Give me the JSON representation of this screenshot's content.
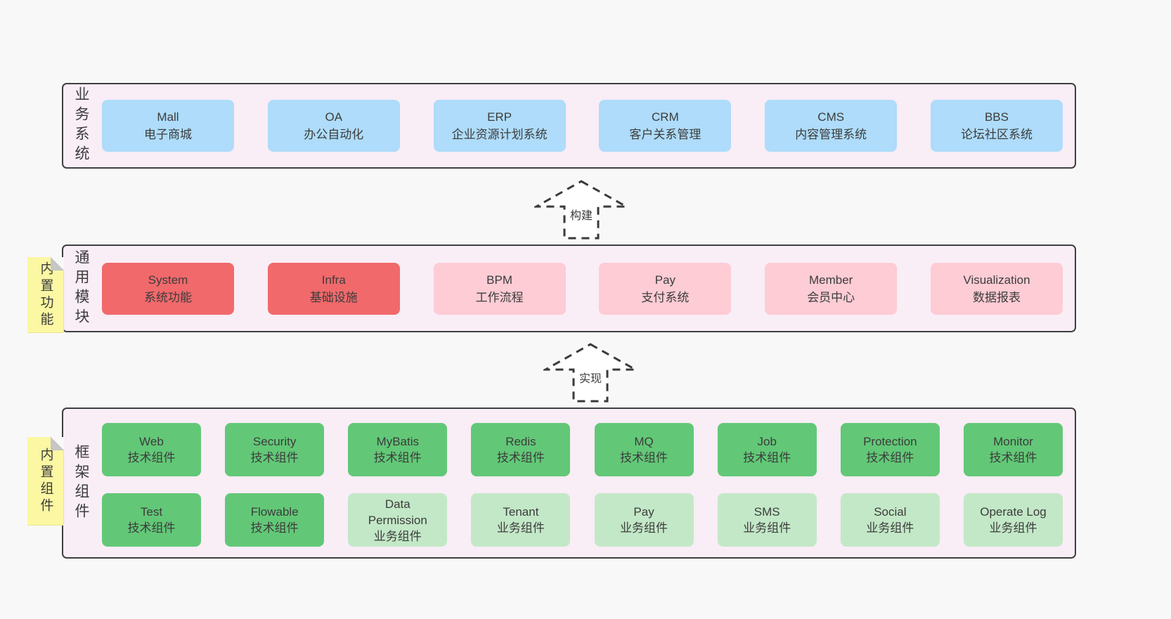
{
  "colors": {
    "page_background": "#f8f8f8",
    "layer_background": "#f9edf6",
    "layer_border": "#3f3f3f",
    "business_box": "#aedcfa",
    "core_module_box": "#f1696b",
    "optional_module_box": "#fdccd5",
    "tech_component_box": "#62c877",
    "biz_component_box": "#c3e8c7",
    "sticky_note": "#fbf7a2",
    "text": "#3c3c3c"
  },
  "arrows": {
    "build_label": "构建",
    "implement_label": "实现"
  },
  "layers": {
    "business": {
      "side_label": "业务系统",
      "boxes": [
        {
          "title": "Mall",
          "subtitle": "电子商城",
          "variant": "blue"
        },
        {
          "title": "OA",
          "subtitle": "办公自动化",
          "variant": "blue"
        },
        {
          "title": "ERP",
          "subtitle": "企业资源计划系统",
          "variant": "blue"
        },
        {
          "title": "CRM",
          "subtitle": "客户关系管理",
          "variant": "blue"
        },
        {
          "title": "CMS",
          "subtitle": "内容管理系统",
          "variant": "blue"
        },
        {
          "title": "BBS",
          "subtitle": "论坛社区系统",
          "variant": "blue"
        }
      ]
    },
    "modules": {
      "side_label": "通用模块",
      "sticky_label": "内置功能",
      "boxes": [
        {
          "title": "System",
          "subtitle": "系统功能",
          "variant": "red"
        },
        {
          "title": "Infra",
          "subtitle": "基础设施",
          "variant": "red"
        },
        {
          "title": "BPM",
          "subtitle": "工作流程",
          "variant": "pink"
        },
        {
          "title": "Pay",
          "subtitle": "支付系统",
          "variant": "pink"
        },
        {
          "title": "Member",
          "subtitle": "会员中心",
          "variant": "pink"
        },
        {
          "title": "Visualization",
          "subtitle": "数据报表",
          "variant": "pink"
        }
      ]
    },
    "components": {
      "side_label": "框架组件",
      "sticky_label": "内置组件",
      "row1": [
        {
          "title": "Web",
          "subtitle": "技术组件",
          "variant": "green"
        },
        {
          "title": "Security",
          "subtitle": "技术组件",
          "variant": "green"
        },
        {
          "title": "MyBatis",
          "subtitle": "技术组件",
          "variant": "green"
        },
        {
          "title": "Redis",
          "subtitle": "技术组件",
          "variant": "green"
        },
        {
          "title": "MQ",
          "subtitle": "技术组件",
          "variant": "green"
        },
        {
          "title": "Job",
          "subtitle": "技术组件",
          "variant": "green"
        },
        {
          "title": "Protection",
          "subtitle": "技术组件",
          "variant": "green"
        },
        {
          "title": "Monitor",
          "subtitle": "技术组件",
          "variant": "green"
        }
      ],
      "row2": [
        {
          "title": "Test",
          "subtitle": "技术组件",
          "variant": "green"
        },
        {
          "title": "Flowable",
          "subtitle": "技术组件",
          "variant": "green"
        },
        {
          "title": "Data Permission",
          "subtitle": "业务组件",
          "variant": "green-light"
        },
        {
          "title": "Tenant",
          "subtitle": "业务组件",
          "variant": "green-light"
        },
        {
          "title": "Pay",
          "subtitle": "业务组件",
          "variant": "green-light"
        },
        {
          "title": "SMS",
          "subtitle": "业务组件",
          "variant": "green-light"
        },
        {
          "title": "Social",
          "subtitle": "业务组件",
          "variant": "green-light"
        },
        {
          "title": "Operate Log",
          "subtitle": "业务组件",
          "variant": "green-light"
        }
      ]
    }
  }
}
